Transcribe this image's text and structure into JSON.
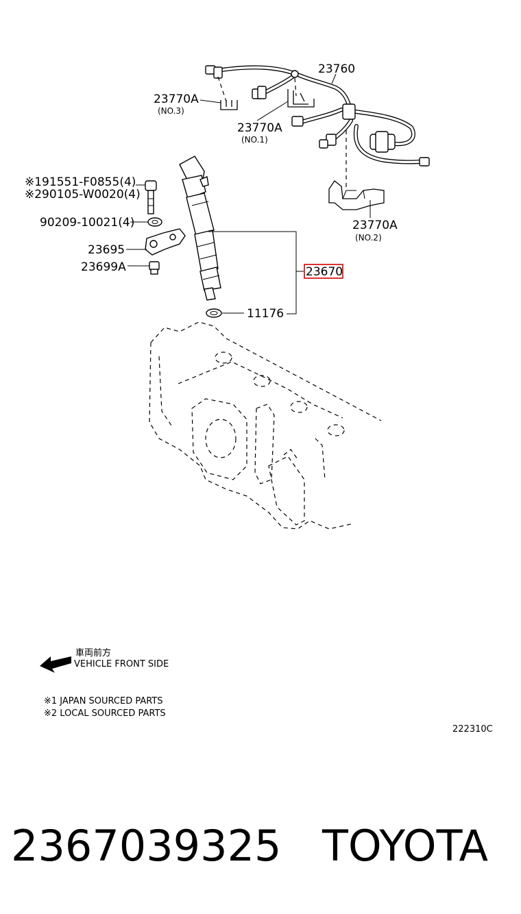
{
  "labels": {
    "hose_assembly": "23760",
    "clamp_no3": "23770A",
    "clamp_no3_sub": "(NO.3)",
    "clamp_no1": "23770A",
    "clamp_no1_sub": "(NO.1)",
    "clamp_no2": "23770A",
    "clamp_no2_sub": "(NO.2)",
    "bolt_japan": "※191551-F0855(4)",
    "bolt_local": "※290105-W0020(4)",
    "washer": "90209-10021(4)",
    "clamp_23695": "23695",
    "nut_23699a": "23699A",
    "injector": "23670",
    "gasket": "11176"
  },
  "direction": {
    "japanese": "車両前方",
    "english": "VEHICLE FRONT SIDE"
  },
  "notes": [
    "※1 JAPAN SOURCED PARTS",
    "※2 LOCAL SOURCED PARTS"
  ],
  "diagram_code": "222310C",
  "part_number": "2367039325",
  "brand": "TOYOTA",
  "colors": {
    "highlight": "#e03030"
  }
}
